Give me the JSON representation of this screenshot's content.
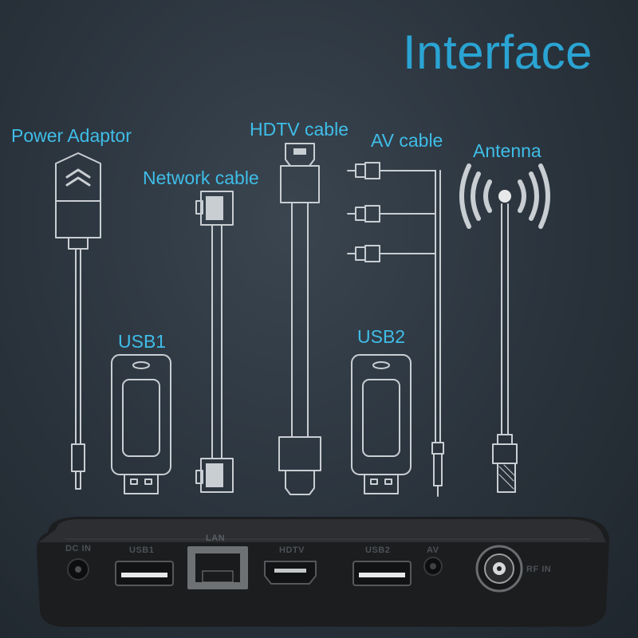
{
  "title": "Interface",
  "labels": {
    "power_adaptor": "Power Adaptor",
    "network_cable": "Network cable",
    "hdtv_cable": "HDTV cable",
    "av_cable": "AV cable",
    "antenna": "Antenna",
    "usb1": "USB1",
    "usb2": "USB2"
  },
  "ports": {
    "dc_in": "DC IN",
    "usb1": "USB1",
    "lan": "LAN",
    "hdtv": "HDTV",
    "usb2": "USB2",
    "av": "AV",
    "rf_in": "RF IN"
  },
  "colors": {
    "accent": "#2aa4d3",
    "label": "#3fbde8",
    "outline": "#c9ced3",
    "background": "#2a333c",
    "box": "#1c1d1f"
  }
}
